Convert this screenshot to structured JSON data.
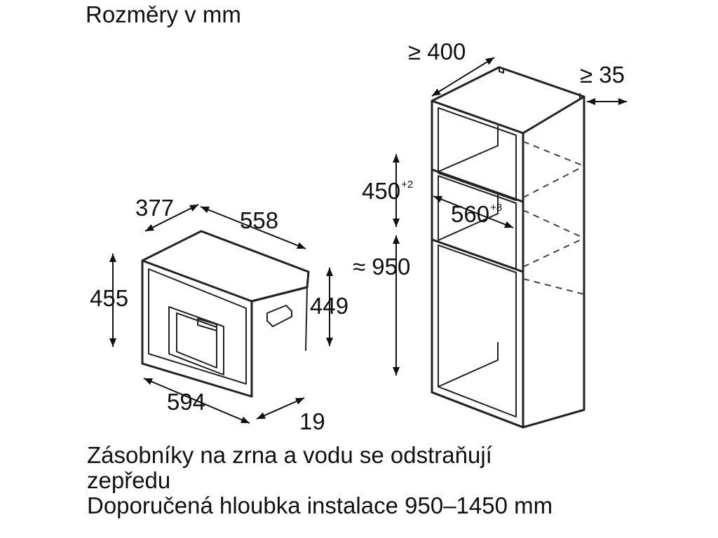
{
  "title": "Rozměry v mm",
  "coffee_machine": {
    "depth_label": "377",
    "width_label": "558",
    "height_label": "455",
    "inner_height_label": "449",
    "front_width_label": "594",
    "front_depth_label": "19"
  },
  "cabinet": {
    "min_width_label": "≥ 400",
    "min_gap_label": "≥ 35",
    "niche_height_label": "450",
    "niche_height_tolerance": "+2",
    "niche_width_label": "560",
    "niche_width_tolerance": "+8",
    "approx_height_label": "≈ 950"
  },
  "notes": [
    "Zásobníky na zrna a vodu se odstraňují",
    "zepředu",
    "Doporučená hloubka instalace 950–1450 mm"
  ]
}
